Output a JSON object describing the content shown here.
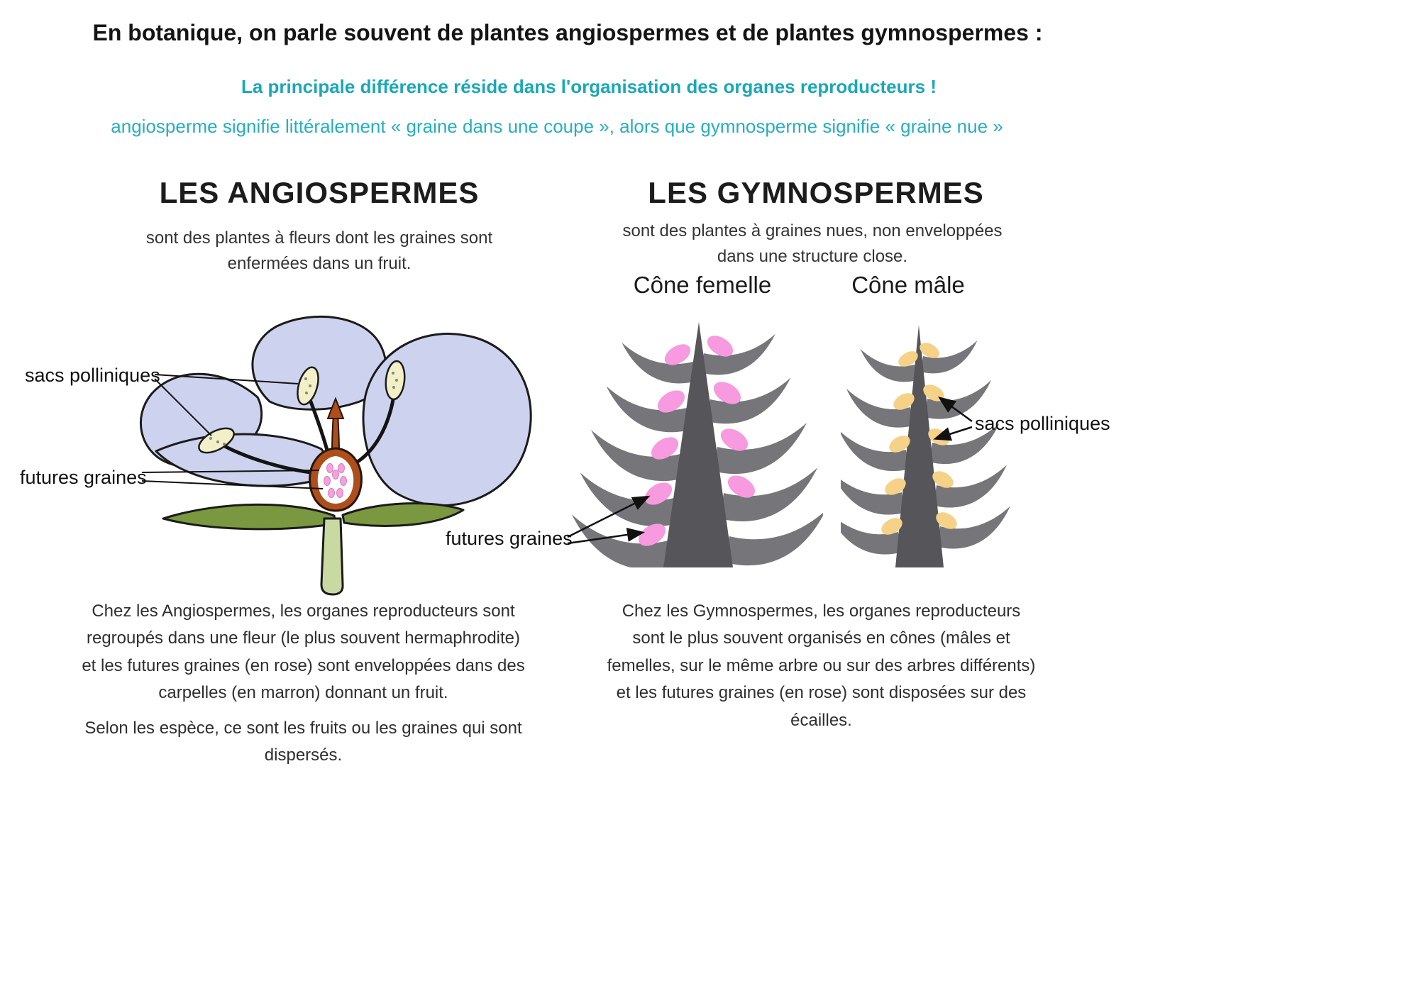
{
  "header": {
    "title": "En botanique, on parle souvent de plantes angiospermes et de plantes gymnospermes :",
    "subtitle_bold": "La principale différence réside dans l'organisation des organes reproducteurs !",
    "subtitle_light": "angiosperme signifie littéralement « graine dans une coupe », alors que gymnosperme signifie « graine nue »"
  },
  "angiosperms": {
    "heading": "LES ANGIOSPERMES",
    "intro": "sont des plantes à fleurs dont les graines sont enfermées dans un fruit.",
    "label_pollen_sacs": "sacs polliniques",
    "label_future_seeds": "futures graines",
    "paragraph1": "Chez les Angiospermes, les organes reproducteurs sont regroupés dans une fleur (le plus souvent hermaphrodite) et les futures graines (en rose) sont enveloppées dans des carpelles (en marron) donnant un fruit.",
    "paragraph2": "Selon les espèce, ce sont les fruits ou les graines qui sont dispersés."
  },
  "gymnosperms": {
    "heading": "LES GYMNOSPERMES",
    "intro": "sont des plantes à graines nues, non enveloppées dans une structure close.",
    "female_cone_label": "Cône femelle",
    "male_cone_label": "Cône mâle",
    "label_future_seeds": "futures graines",
    "label_pollen_sacs": "sacs polliniques",
    "paragraph1": "Chez les Gymnospermes, les organes reproducteurs sont le plus souvent organisés en cônes (mâles et femelles, sur le même arbre ou sur des arbres différents) et les futures graines (en rose) sont disposées sur des écailles."
  },
  "colors": {
    "accent_teal": "#1AA8B8",
    "petal_lavender": "#CDD3EE",
    "carpel_brown": "#AE4F1B",
    "ovule_pink": "#F79ADF",
    "pollen_yellow": "#F5D288",
    "cone_scale_gray": "#76767A",
    "cone_axis_gray": "#55555A",
    "leaf_green": "#7A9840",
    "stem_green": "#C9D9A2"
  }
}
